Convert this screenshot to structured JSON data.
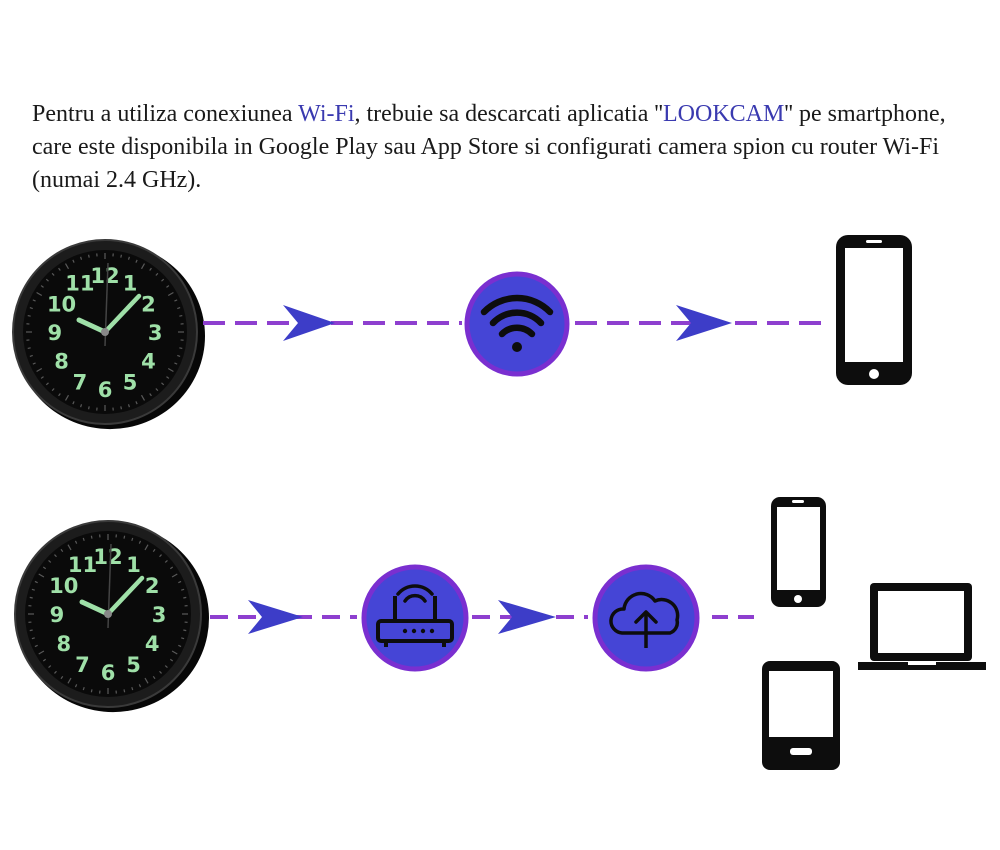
{
  "intro": {
    "part1": "Pentru a utiliza conexiunea ",
    "wifi_term": "Wi-Fi",
    "part2": ", trebuie sa descarcati aplicatia ''",
    "app_name": "LOOKCAM",
    "part3": "'' pe smartphone, care este disponibila in Google Play sau App Store si configurati camera spion cu router Wi-Fi (numai 2.4 GHz)."
  },
  "clock_numerals": [
    "12",
    "1",
    "2",
    "3",
    "4",
    "5",
    "6",
    "7",
    "8",
    "9",
    "10",
    "11"
  ],
  "colors": {
    "accent_text": "#3a3ab0",
    "circle_fill": "#4545d6",
    "circle_ring": "#7a2fd0",
    "dash": "#8e3fcf",
    "arrowhead": "#3d3dc8",
    "lume": "#9fe0a8"
  },
  "diagrams": {
    "direct": {
      "source": "clock-camera",
      "via": [
        "wifi-icon"
      ],
      "targets": [
        "smartphone-icon"
      ]
    },
    "cloud": {
      "source": "clock-camera",
      "via": [
        "router-icon",
        "cloud-upload-icon"
      ],
      "targets": [
        "smartphone-icon",
        "laptop-icon",
        "tablet-icon"
      ]
    }
  }
}
